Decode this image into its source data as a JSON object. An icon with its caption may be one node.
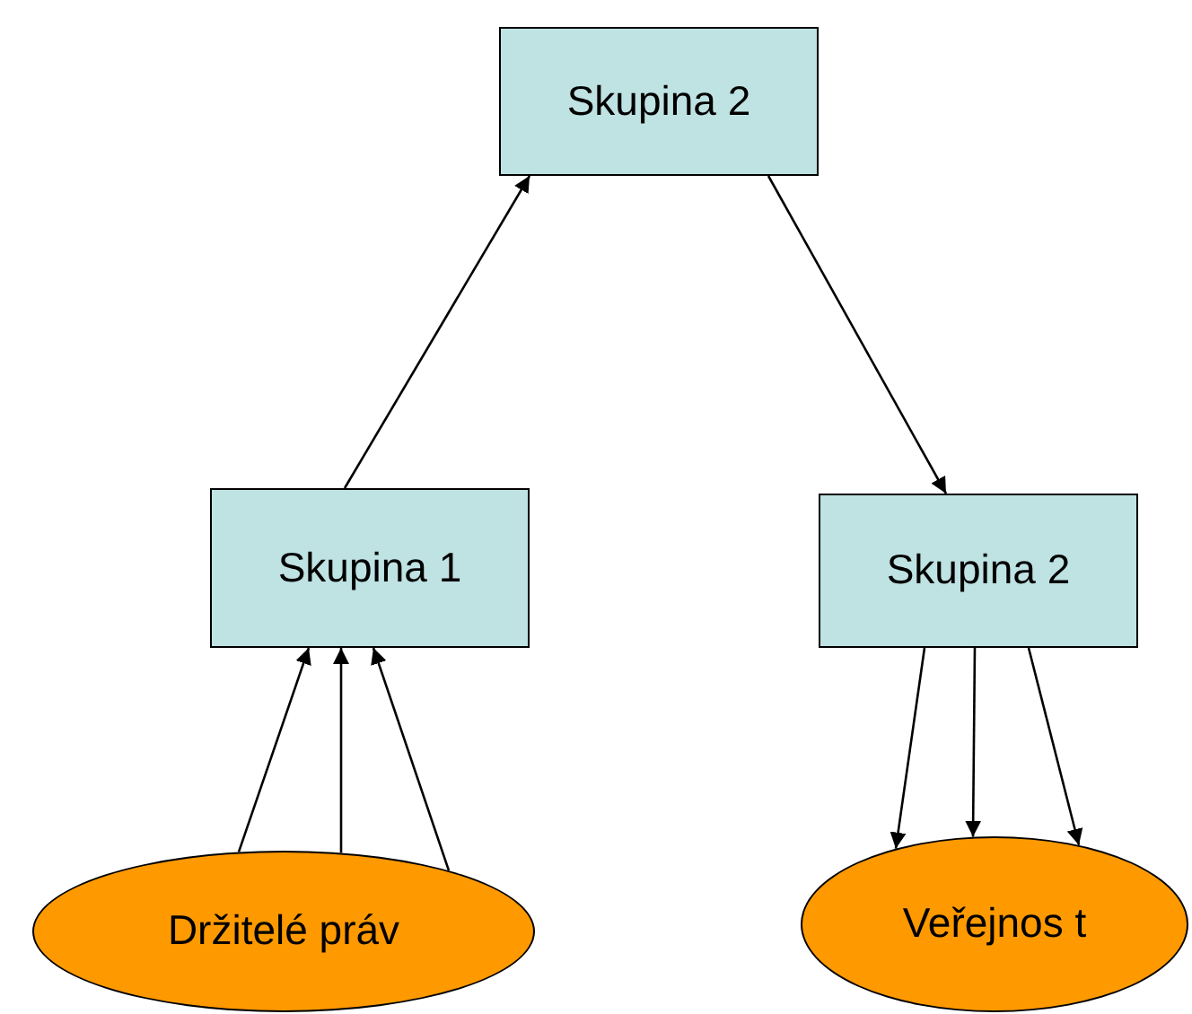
{
  "diagram": {
    "nodes": [
      {
        "text": [
          "Skupina 2"
        ]
      },
      {
        "text": [
          "Skupina 1"
        ]
      },
      {
        "text": [
          "Skupina 2"
        ]
      },
      {
        "text": [
          "Držitelé práv"
        ]
      },
      {
        "text": [
          "Veřejnos t"
        ]
      }
    ],
    "edges": [
      {
        "from": 1,
        "to": 0,
        "arrow": "to"
      },
      {
        "from": 0,
        "to": 2,
        "arrow": "to"
      },
      {
        "from": 3,
        "to": 1,
        "arrow": "to"
      },
      {
        "from": 3,
        "to": 1,
        "arrow": "to"
      },
      {
        "from": 3,
        "to": 1,
        "arrow": "to"
      },
      {
        "from": 2,
        "to": 4,
        "arrow": "to"
      },
      {
        "from": 2,
        "to": 4,
        "arrow": "to"
      },
      {
        "from": 2,
        "to": 4,
        "arrow": "to"
      }
    ]
  }
}
